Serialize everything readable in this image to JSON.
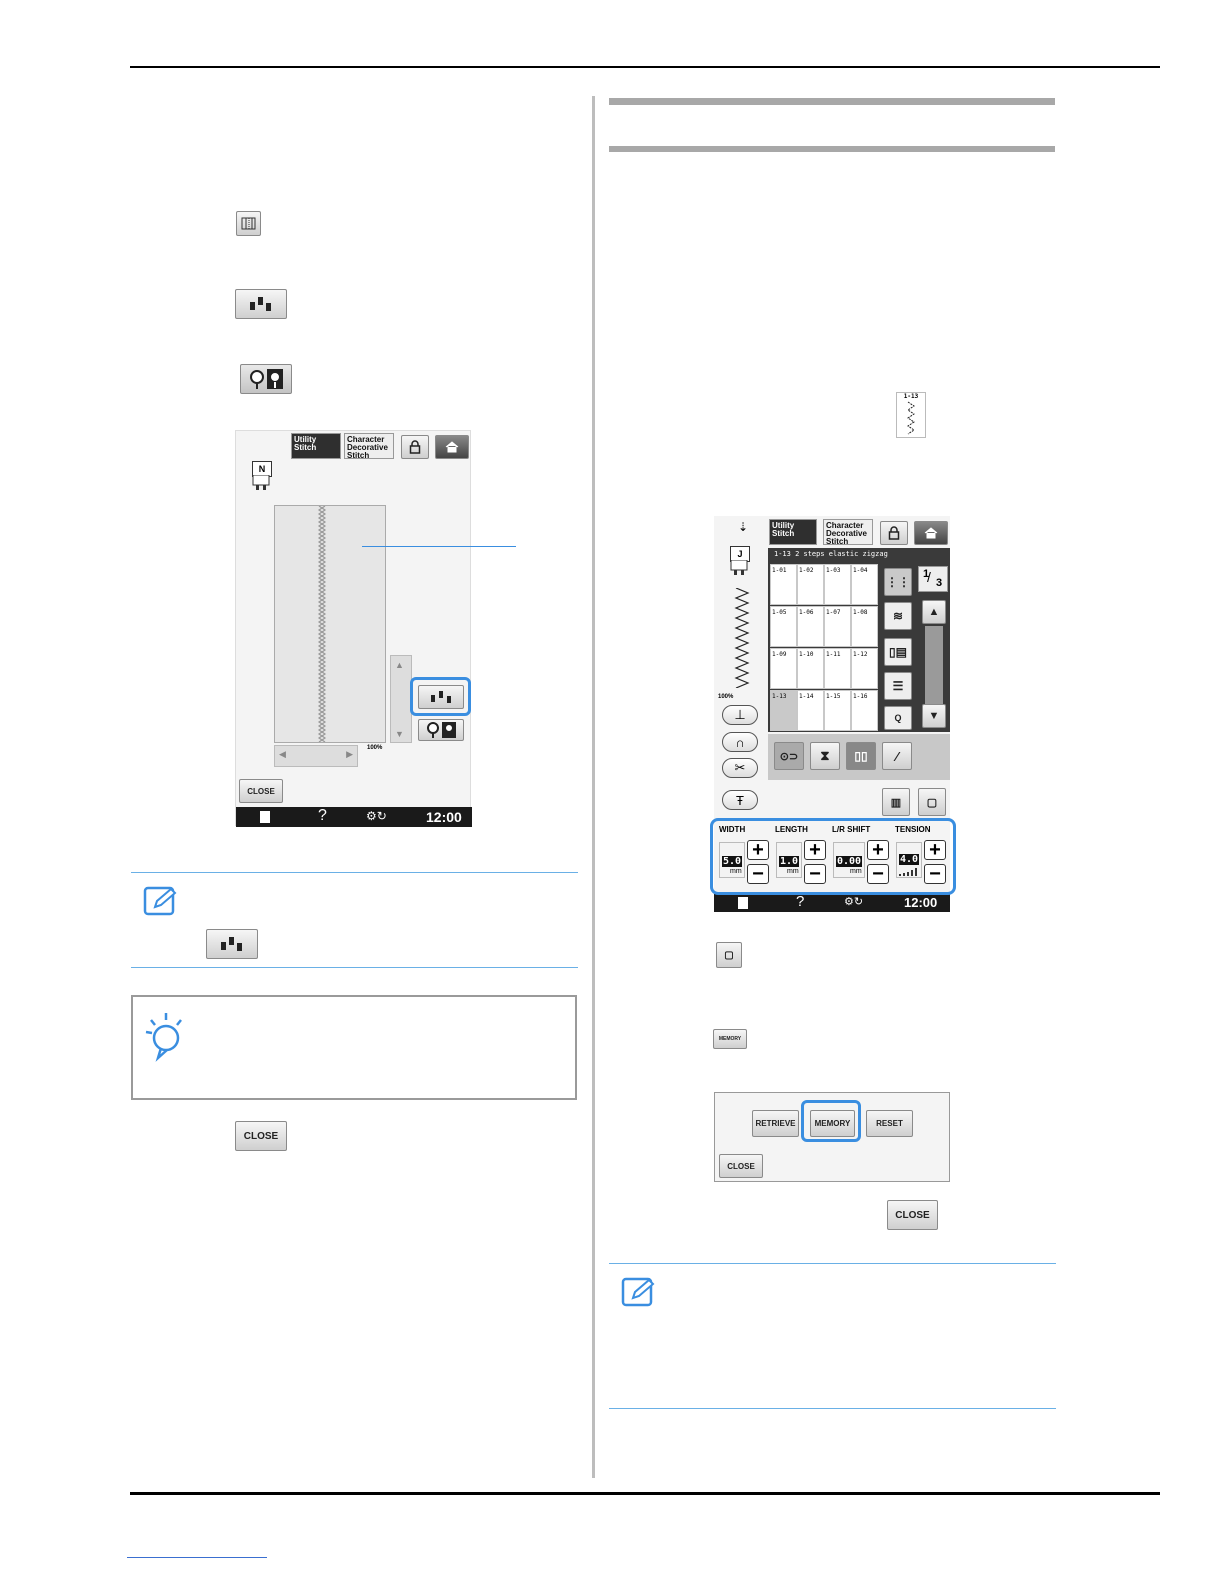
{
  "left": {
    "screen1": {
      "tab_utility": "Utility Stitch",
      "tab_character": "Character Decorative Stitch",
      "foot_letter": "N",
      "zoom": "100%",
      "close": "CLOSE",
      "help": "?",
      "time": "12:00"
    },
    "inline_close": "CLOSE"
  },
  "right": {
    "inline_pattern_code": "1-13",
    "screen2": {
      "tab_utility": "Utility Stitch",
      "tab_character": "Character Decorative Stitch",
      "foot_letter": "J",
      "stitch_title": "1-13  2 steps elastic zigzag",
      "cells": [
        "1-01",
        "1-02",
        "1-03",
        "1-04",
        "1-05",
        "1-06",
        "1-07",
        "1-08",
        "1-09",
        "1-10",
        "1-11",
        "1-12",
        "1-13",
        "1-14",
        "1-15",
        "1-16"
      ],
      "page_num": "1",
      "page_den": "3",
      "zoom": "100%",
      "width_label": "WIDTH",
      "length_label": "LENGTH",
      "lr_label": "L/R SHIFT",
      "tension_label": "TENSION",
      "width_val": "5.0",
      "length_val": "1.0",
      "lr_val": "0.00",
      "tension_val": "4.0",
      "mm": "mm",
      "help": "?",
      "time": "12:00"
    },
    "memory_icon": "MEMORY",
    "panel": {
      "retrieve": "RETRIEVE",
      "memory": "MEMORY",
      "reset": "RESET",
      "close": "CLOSE"
    },
    "inline_close": "CLOSE"
  }
}
